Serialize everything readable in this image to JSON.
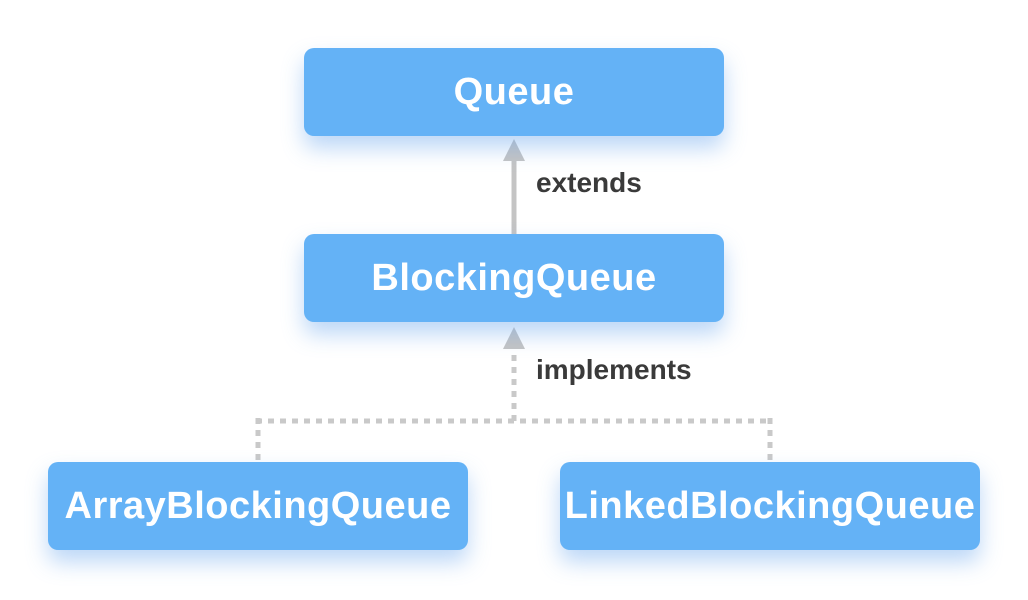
{
  "diagram": {
    "type": "class-hierarchy",
    "nodes": [
      {
        "id": "queue",
        "label": "Queue",
        "row": "top"
      },
      {
        "id": "blocking-queue",
        "label": "BlockingQueue",
        "row": "middle"
      },
      {
        "id": "array-blocking-queue",
        "label": "ArrayBlockingQueue",
        "row": "bottom"
      },
      {
        "id": "linked-blocking-queue",
        "label": "LinkedBlockingQueue",
        "row": "bottom"
      }
    ],
    "edges": [
      {
        "label": "extends",
        "from": "BlockingQueue",
        "to": "Queue",
        "line_style": "solid",
        "arrow": "up"
      },
      {
        "label": "implements",
        "from": "ArrayBlockingQueue, LinkedBlockingQueue",
        "to": "BlockingQueue",
        "line_style": "dashed",
        "arrow": "up"
      }
    ],
    "colors": {
      "background": "#ffffff",
      "node_fill": "#64b2f6",
      "node_text": "#ffffff",
      "node_shadow": "rgba(106,166,238,0.45)",
      "edge_line": "#c4c4c4",
      "dash_line": "#c9c9c9",
      "edge_label_text": "#3a3a3a"
    }
  }
}
